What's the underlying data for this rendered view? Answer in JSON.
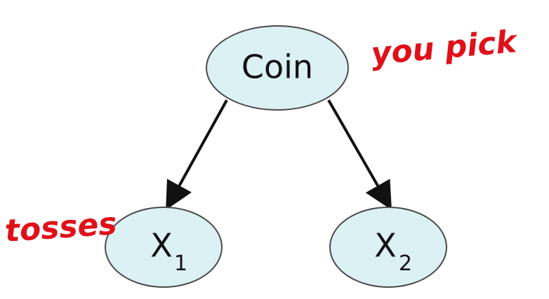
{
  "diagram": {
    "nodes": [
      {
        "id": "coin",
        "label": "Coin",
        "subscript": ""
      },
      {
        "id": "x1",
        "label": "X",
        "subscript": "1"
      },
      {
        "id": "x2",
        "label": "X",
        "subscript": "2"
      }
    ],
    "edges": [
      {
        "from": "coin",
        "to": "x1"
      },
      {
        "from": "coin",
        "to": "x2"
      }
    ],
    "annotations": {
      "you_pick": "you pick",
      "tosses": "tosses"
    },
    "colors": {
      "node_fill": "#dcf1f4",
      "node_stroke": "#4a4a4a",
      "edge": "#111111",
      "annotation": "#e0101a"
    }
  }
}
